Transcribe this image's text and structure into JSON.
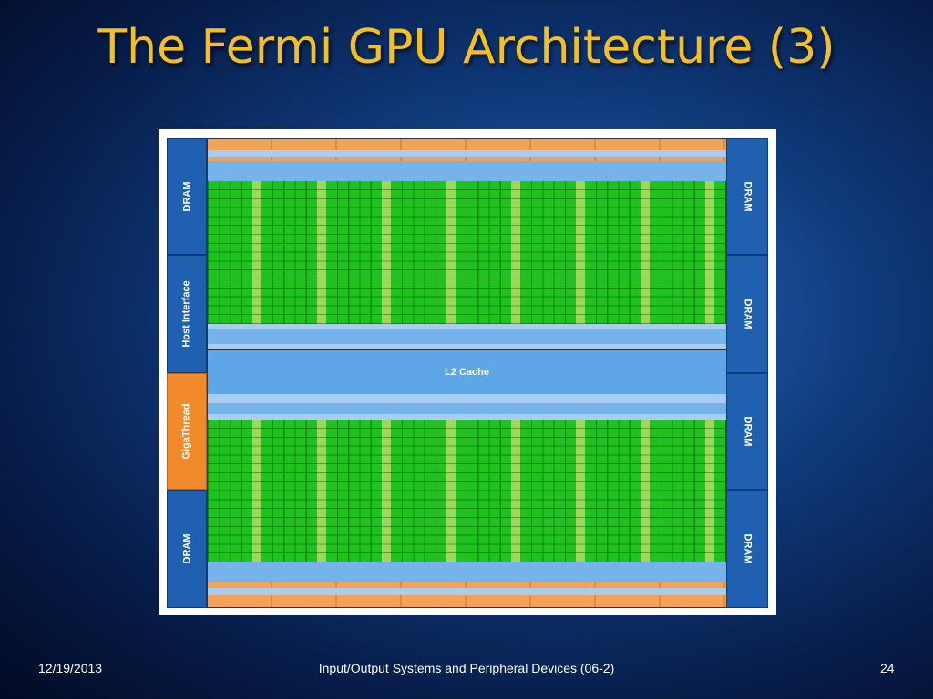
{
  "slide": {
    "title": "The Fermi GPU Architecture (3)"
  },
  "diagram": {
    "left_blocks": [
      "DRAM",
      "Host Interface",
      "GigaThread",
      "DRAM"
    ],
    "right_blocks": [
      "DRAM",
      "DRAM",
      "DRAM",
      "DRAM"
    ],
    "l2_cache": "L2 Cache",
    "sm_count_per_row": 8,
    "colors": {
      "dram": "#1f60b0",
      "gigathread": "#f08a2a",
      "core_green": "#1fc21f",
      "l2_cache": "#5fa6e6"
    }
  },
  "footer": {
    "date": "12/19/2013",
    "course": "Input/Output Systems and Peripheral Devices (06-2)",
    "page": "24"
  }
}
